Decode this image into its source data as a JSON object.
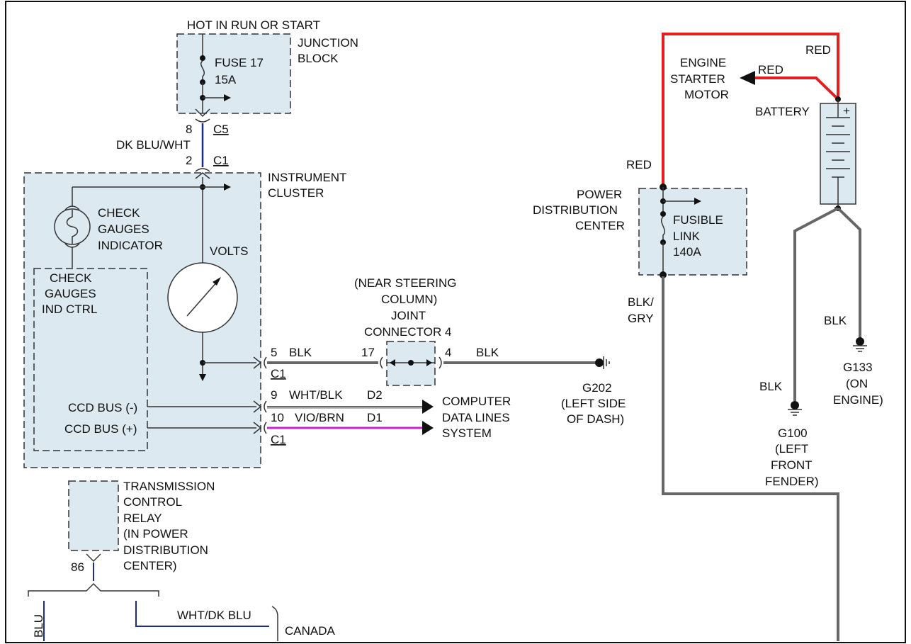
{
  "labels": {
    "hot_in_run": "HOT IN RUN OR START",
    "junction_block_1": "JUNCTION",
    "junction_block_2": "BLOCK",
    "fuse_name": "FUSE 17",
    "fuse_rating": "15A",
    "c5_pin": "8",
    "c5_connector": "C5",
    "dk_blu_wht": "DK BLU/WHT",
    "c1_top_pin": "2",
    "c1_top_connector": "C1",
    "cluster_1": "INSTRUMENT",
    "cluster_2": "CLUSTER",
    "check_ind_1": "CHECK",
    "check_ind_2": "GAUGES",
    "check_ind_3": "INDICATOR",
    "volts": "VOLTS",
    "ctrl_1": "CHECK",
    "ctrl_2": "GAUGES",
    "ctrl_3": "IND CTRL",
    "ccd_minus": "CCD BUS (-)",
    "ccd_plus": "CCD BUS (+)",
    "blk_pin": "5",
    "blk_wire": "BLK",
    "blk_c1": "C1",
    "wht_pin": "9",
    "wht_wire": "WHT/BLK",
    "d2": "D2",
    "vio_pin": "10",
    "vio_wire": "VIO/BRN",
    "d1": "D1",
    "bus_c1": "C1",
    "computer_1": "COMPUTER",
    "computer_2": "DATA LINES",
    "computer_3": "SYSTEM",
    "near_1": "(NEAR STEERING",
    "near_2": "COLUMN)",
    "joint_1": "JOINT",
    "joint_2": "CONNECTOR 4",
    "jc_pin_in": "17",
    "jc_pin_out": "4",
    "blk_wire_2": "BLK",
    "g202": "G202",
    "g202_loc_1": "(LEFT SIDE",
    "g202_loc_2": "OF DASH)",
    "tcr_1": "TRANSMISSION",
    "tcr_2": "CONTROL",
    "tcr_3": "RELAY",
    "tcr_4": "(IN POWER",
    "tcr_5": "DISTRIBUTION",
    "tcr_6": "CENTER)",
    "tcr_pin": "86",
    "blu": "BLU",
    "wht_dk_blu": "WHT/DK BLU",
    "canada": "CANADA",
    "red_top": "RED",
    "red_starter": "RED",
    "starter_1": "ENGINE",
    "starter_2": "STARTER",
    "starter_3": "MOTOR",
    "battery": "BATTERY",
    "battery_plus": "+",
    "battery_minus": "-",
    "red_pdc": "RED",
    "pdc_1": "POWER",
    "pdc_2": "DISTRIBUTION",
    "pdc_3": "CENTER",
    "fusible_1": "FUSIBLE",
    "fusible_2": "LINK",
    "fusible_3": "140A",
    "blk_gry_1": "BLK/",
    "blk_gry_2": "GRY",
    "blk_g133": "BLK",
    "g133": "G133",
    "g133_loc_1": "(ON",
    "g133_loc_2": "ENGINE)",
    "blk_g100": "BLK",
    "g100": "G100",
    "g100_loc_1": "(LEFT",
    "g100_loc_2": "FRONT",
    "g100_loc_3": "FENDER)"
  },
  "colors": {
    "module_fill": "#dde9f0",
    "red_wire": "#e41e1e",
    "blk_wire": "#666666",
    "dk_blu_wht_wire": "#1a2b8c",
    "vio_brn_wire": "#cc22cc"
  }
}
